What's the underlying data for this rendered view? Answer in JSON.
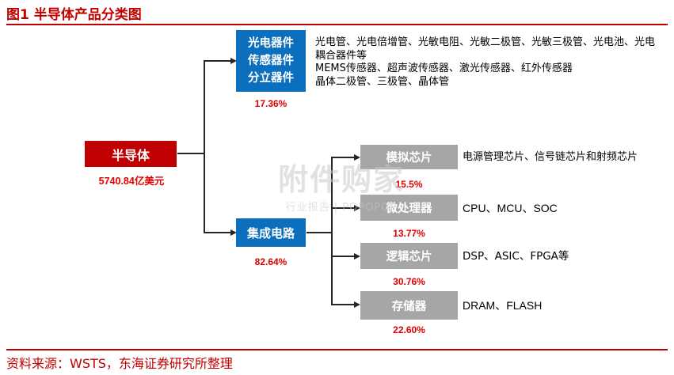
{
  "figure": {
    "title": "图1  半导体产品分类图",
    "source": "资料来源：WSTS，东海证券研究所整理"
  },
  "root": {
    "label": "半导体",
    "value": "5740.84亿美元"
  },
  "level1": [
    {
      "label_lines": [
        "光电器件",
        "传感器件",
        "分立器件"
      ],
      "pct": "17.36%",
      "desc_lines": [
        "光电管、光电倍增管、光敏电阻、光敏二极管、光敏三极管、光电池、光电",
        "耦合器件等",
        "MEMS传感器、超声波传感器、激光传感器、红外传感器",
        "晶体二极管、三极管、晶体管"
      ]
    },
    {
      "label": "集成电路",
      "pct": "82.64%"
    }
  ],
  "ic_children": [
    {
      "label": "模拟芯片",
      "pct": "15.5%",
      "desc": "电源管理芯片、信号链芯片和射频芯片"
    },
    {
      "label": "微处理器",
      "pct": "13.77%",
      "desc": "CPU、MCU、SOC"
    },
    {
      "label": "逻辑芯片",
      "pct": "30.76%",
      "desc": "DSP、ASIC、FPGA等"
    },
    {
      "label": "存储器",
      "pct": "22.60%",
      "desc": "DRAM、FLASH"
    }
  ],
  "watermark": {
    "brand": "附件购家",
    "tagline": "行业报告 | POPOPOP"
  },
  "colors": {
    "accent_red": "#c00000",
    "box_blue": "#0b6fbe",
    "box_gray": "#a6a6a6",
    "pct_red": "#e00000"
  }
}
